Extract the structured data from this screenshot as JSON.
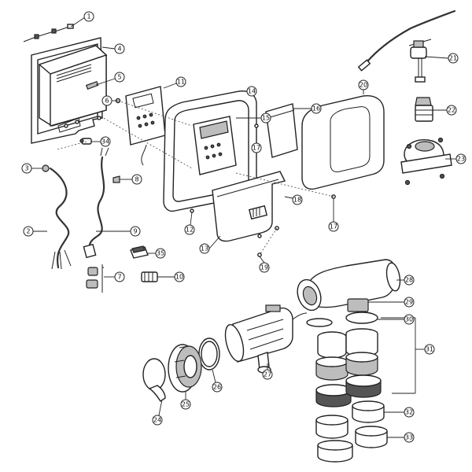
{
  "callouts": [
    {
      "id": "c1",
      "label": "1"
    },
    {
      "id": "c2",
      "label": "2"
    },
    {
      "id": "c3",
      "label": "3"
    },
    {
      "id": "c4",
      "label": "4"
    },
    {
      "id": "c5",
      "label": "5"
    },
    {
      "id": "c6",
      "label": "6"
    },
    {
      "id": "c7",
      "label": "7"
    },
    {
      "id": "c8",
      "label": "8"
    },
    {
      "id": "c9",
      "label": "9"
    },
    {
      "id": "c10",
      "label": "10"
    },
    {
      "id": "c11",
      "label": "11"
    },
    {
      "id": "c12",
      "label": "12"
    },
    {
      "id": "c13",
      "label": "13"
    },
    {
      "id": "c14",
      "label": "14"
    },
    {
      "id": "c15",
      "label": "15"
    },
    {
      "id": "c16",
      "label": "16"
    },
    {
      "id": "c17a",
      "label": "17"
    },
    {
      "id": "c17b",
      "label": "17"
    },
    {
      "id": "c18",
      "label": "18"
    },
    {
      "id": "c19",
      "label": "19"
    },
    {
      "id": "c20",
      "label": "20"
    },
    {
      "id": "c21",
      "label": "21"
    },
    {
      "id": "c22",
      "label": "22"
    },
    {
      "id": "c23",
      "label": "23"
    },
    {
      "id": "c24",
      "label": "24"
    },
    {
      "id": "c25",
      "label": "25"
    },
    {
      "id": "c26",
      "label": "26"
    },
    {
      "id": "c27",
      "label": "27"
    },
    {
      "id": "c28",
      "label": "28"
    },
    {
      "id": "c29",
      "label": "29"
    },
    {
      "id": "c30",
      "label": "30"
    },
    {
      "id": "c31",
      "label": "31"
    },
    {
      "id": "c32",
      "label": "32"
    },
    {
      "id": "c33",
      "label": "33"
    },
    {
      "id": "c34",
      "label": "34"
    },
    {
      "id": "c35",
      "label": "35"
    }
  ]
}
